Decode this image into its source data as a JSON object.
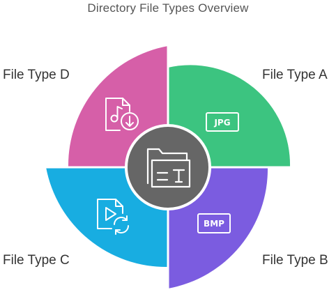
{
  "title": "Directory File Types Overview",
  "segments": [
    {
      "id": "a",
      "label": "File Type A",
      "badge": "JPG",
      "color": "#3cc480",
      "icon": "jpg-badge-icon"
    },
    {
      "id": "b",
      "label": "File Type B",
      "badge": "BMP",
      "color": "#7b5ce0",
      "icon": "bmp-badge-icon"
    },
    {
      "id": "c",
      "label": "File Type C",
      "color": "#18ade1",
      "icon": "video-file-sync-icon"
    },
    {
      "id": "d",
      "label": "File Type D",
      "color": "#d65fa8",
      "icon": "music-file-download-icon"
    }
  ],
  "center": {
    "color": "#666666",
    "icon": "folder-text-icon"
  }
}
